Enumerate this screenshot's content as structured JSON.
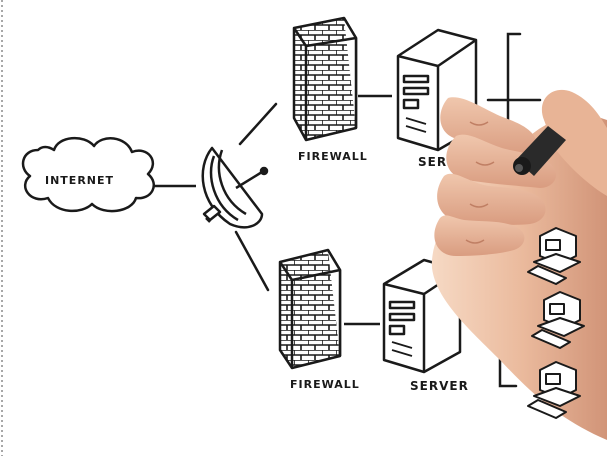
{
  "diagram": {
    "internet_label": "INTERNET",
    "top_firewall_label": "FIREWALL",
    "top_server_label": "SERVER",
    "bottom_firewall_label": "FIREWALL",
    "bottom_server_label": "SERVER"
  },
  "colors": {
    "ink": "#1a1a1a",
    "background": "#ffffff",
    "skin_light": "#f3d0b8",
    "skin_mid": "#e6ae90",
    "skin_dark": "#c98a70"
  }
}
